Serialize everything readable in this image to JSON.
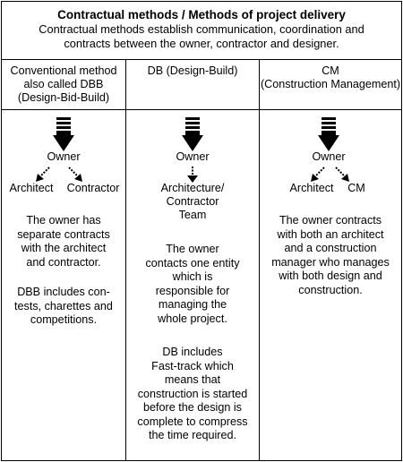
{
  "header": {
    "title": "Contractual methods / Methods of project delivery",
    "subtitle": "Contractual methods establish communication, coordination and contracts between the owner, contractor and designer."
  },
  "columns": [
    {
      "heading_lines": [
        "Conventional method",
        "also called DBB",
        "(Design-Bid-Build)"
      ],
      "owner": "Owner",
      "left_node": "Architect",
      "right_node": "Contractor",
      "paragraphs": [
        [
          "The owner has",
          "separate contracts",
          "with the architect",
          "and contractor."
        ],
        [
          "DBB includes con-",
          "tests, charettes and",
          "competitions."
        ]
      ]
    },
    {
      "heading_lines": [
        "DB (Design-Build)"
      ],
      "owner": "Owner",
      "team_lines": [
        "Architecture/",
        "Contractor",
        "Team"
      ],
      "paragraphs": [
        [
          "The owner",
          "contacts one entity",
          "which is",
          "responsible for",
          "managing the",
          "whole project."
        ],
        [
          "DB includes",
          "Fast-track which",
          "means that",
          "construction is started",
          "before the design is",
          "complete to compress",
          "the time required."
        ]
      ]
    },
    {
      "heading_lines": [
        "CM",
        "(Construction Management)"
      ],
      "owner": "Owner",
      "left_node": "Architect",
      "right_node": "CM",
      "paragraphs": [
        [
          "The owner contracts",
          "with both an architect",
          "and a construction",
          "manager who manages",
          "with both design and",
          "construction."
        ]
      ]
    }
  ]
}
